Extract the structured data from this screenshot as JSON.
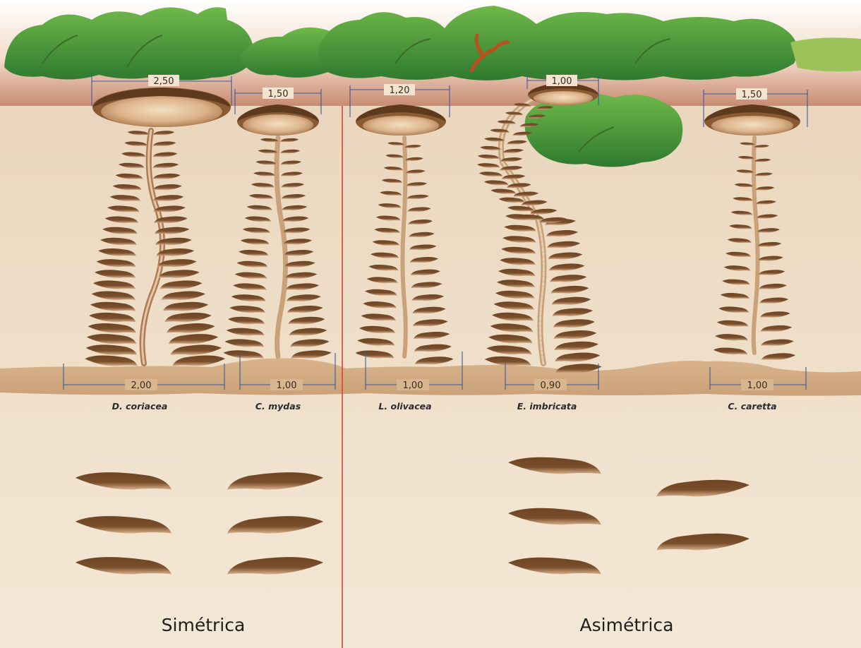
{
  "title": "",
  "tracks": [
    {
      "species": "D. coriacea",
      "nest_width": "2,50",
      "track_width": "2,00"
    },
    {
      "species": "C. mydas",
      "nest_width": "1,50",
      "track_width": "1,00"
    },
    {
      "species": "L. olivacea",
      "nest_width": "1,20",
      "track_width": "1,00"
    },
    {
      "species": "E. imbricata",
      "nest_width": "1,00",
      "track_width": "0,90"
    },
    {
      "species": "C. caretta",
      "nest_width": "1,50",
      "track_width": "1,00"
    }
  ],
  "groups": {
    "symmetric": "Simétrica",
    "asymmetric": "Asimétrica"
  },
  "colors": {
    "sand_light": "#f0e4d0",
    "sand_dark": "#d2ad82",
    "vegetation": "#4f9a38",
    "divider": "#d9442c",
    "measure_line": "#3a5ba0",
    "flipper_mark": "#5d3a1e"
  }
}
